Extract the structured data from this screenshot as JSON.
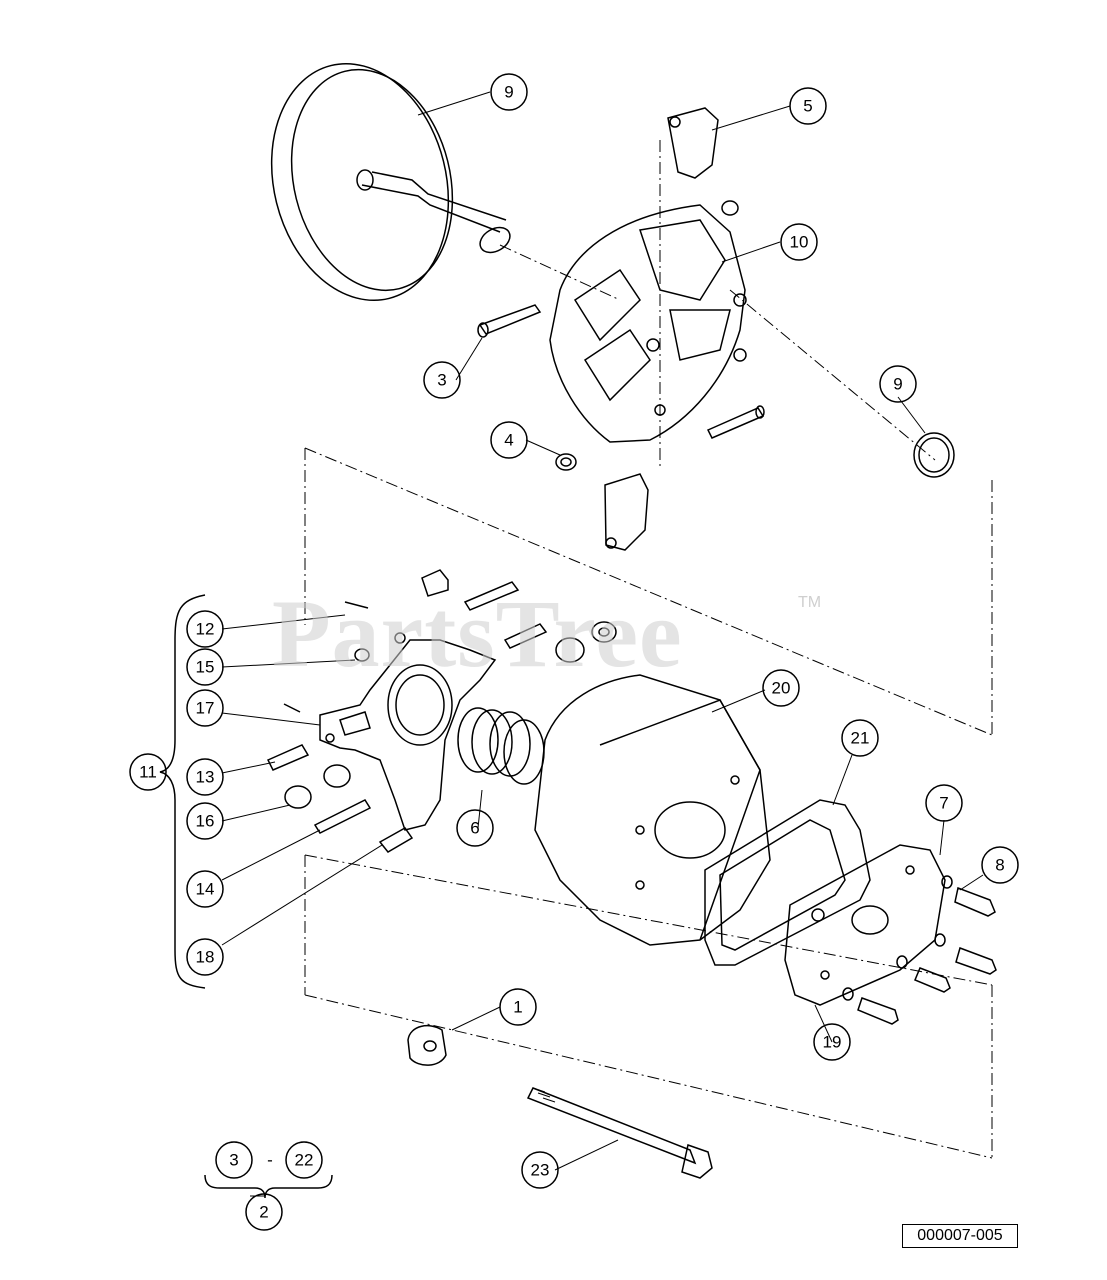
{
  "watermark": {
    "text": "PartsTree",
    "tm": "TM"
  },
  "reference_code": "000007-005",
  "callouts": [
    {
      "id": "c1",
      "label": "1"
    },
    {
      "id": "c2",
      "label": "2"
    },
    {
      "id": "c3",
      "label": "3"
    },
    {
      "id": "c3b",
      "label": "3"
    },
    {
      "id": "c4",
      "label": "4"
    },
    {
      "id": "c5",
      "label": "5"
    },
    {
      "id": "c6",
      "label": "6"
    },
    {
      "id": "c7",
      "label": "7"
    },
    {
      "id": "c8",
      "label": "8"
    },
    {
      "id": "c9",
      "label": "9"
    },
    {
      "id": "c10",
      "label": "10"
    },
    {
      "id": "c11",
      "label": "11"
    },
    {
      "id": "c12",
      "label": "12"
    },
    {
      "id": "c13",
      "label": "13"
    },
    {
      "id": "c14",
      "label": "14"
    },
    {
      "id": "c15",
      "label": "15"
    },
    {
      "id": "c16",
      "label": "16"
    },
    {
      "id": "c17",
      "label": "17"
    },
    {
      "id": "c18",
      "label": "18"
    },
    {
      "id": "c19",
      "label": "19"
    },
    {
      "id": "c20",
      "label": "20"
    },
    {
      "id": "c21",
      "label": "21"
    },
    {
      "id": "c22",
      "label": "22"
    },
    {
      "id": "c22b",
      "label": "22"
    },
    {
      "id": "c23",
      "label": "23"
    }
  ],
  "range_separator": "-"
}
